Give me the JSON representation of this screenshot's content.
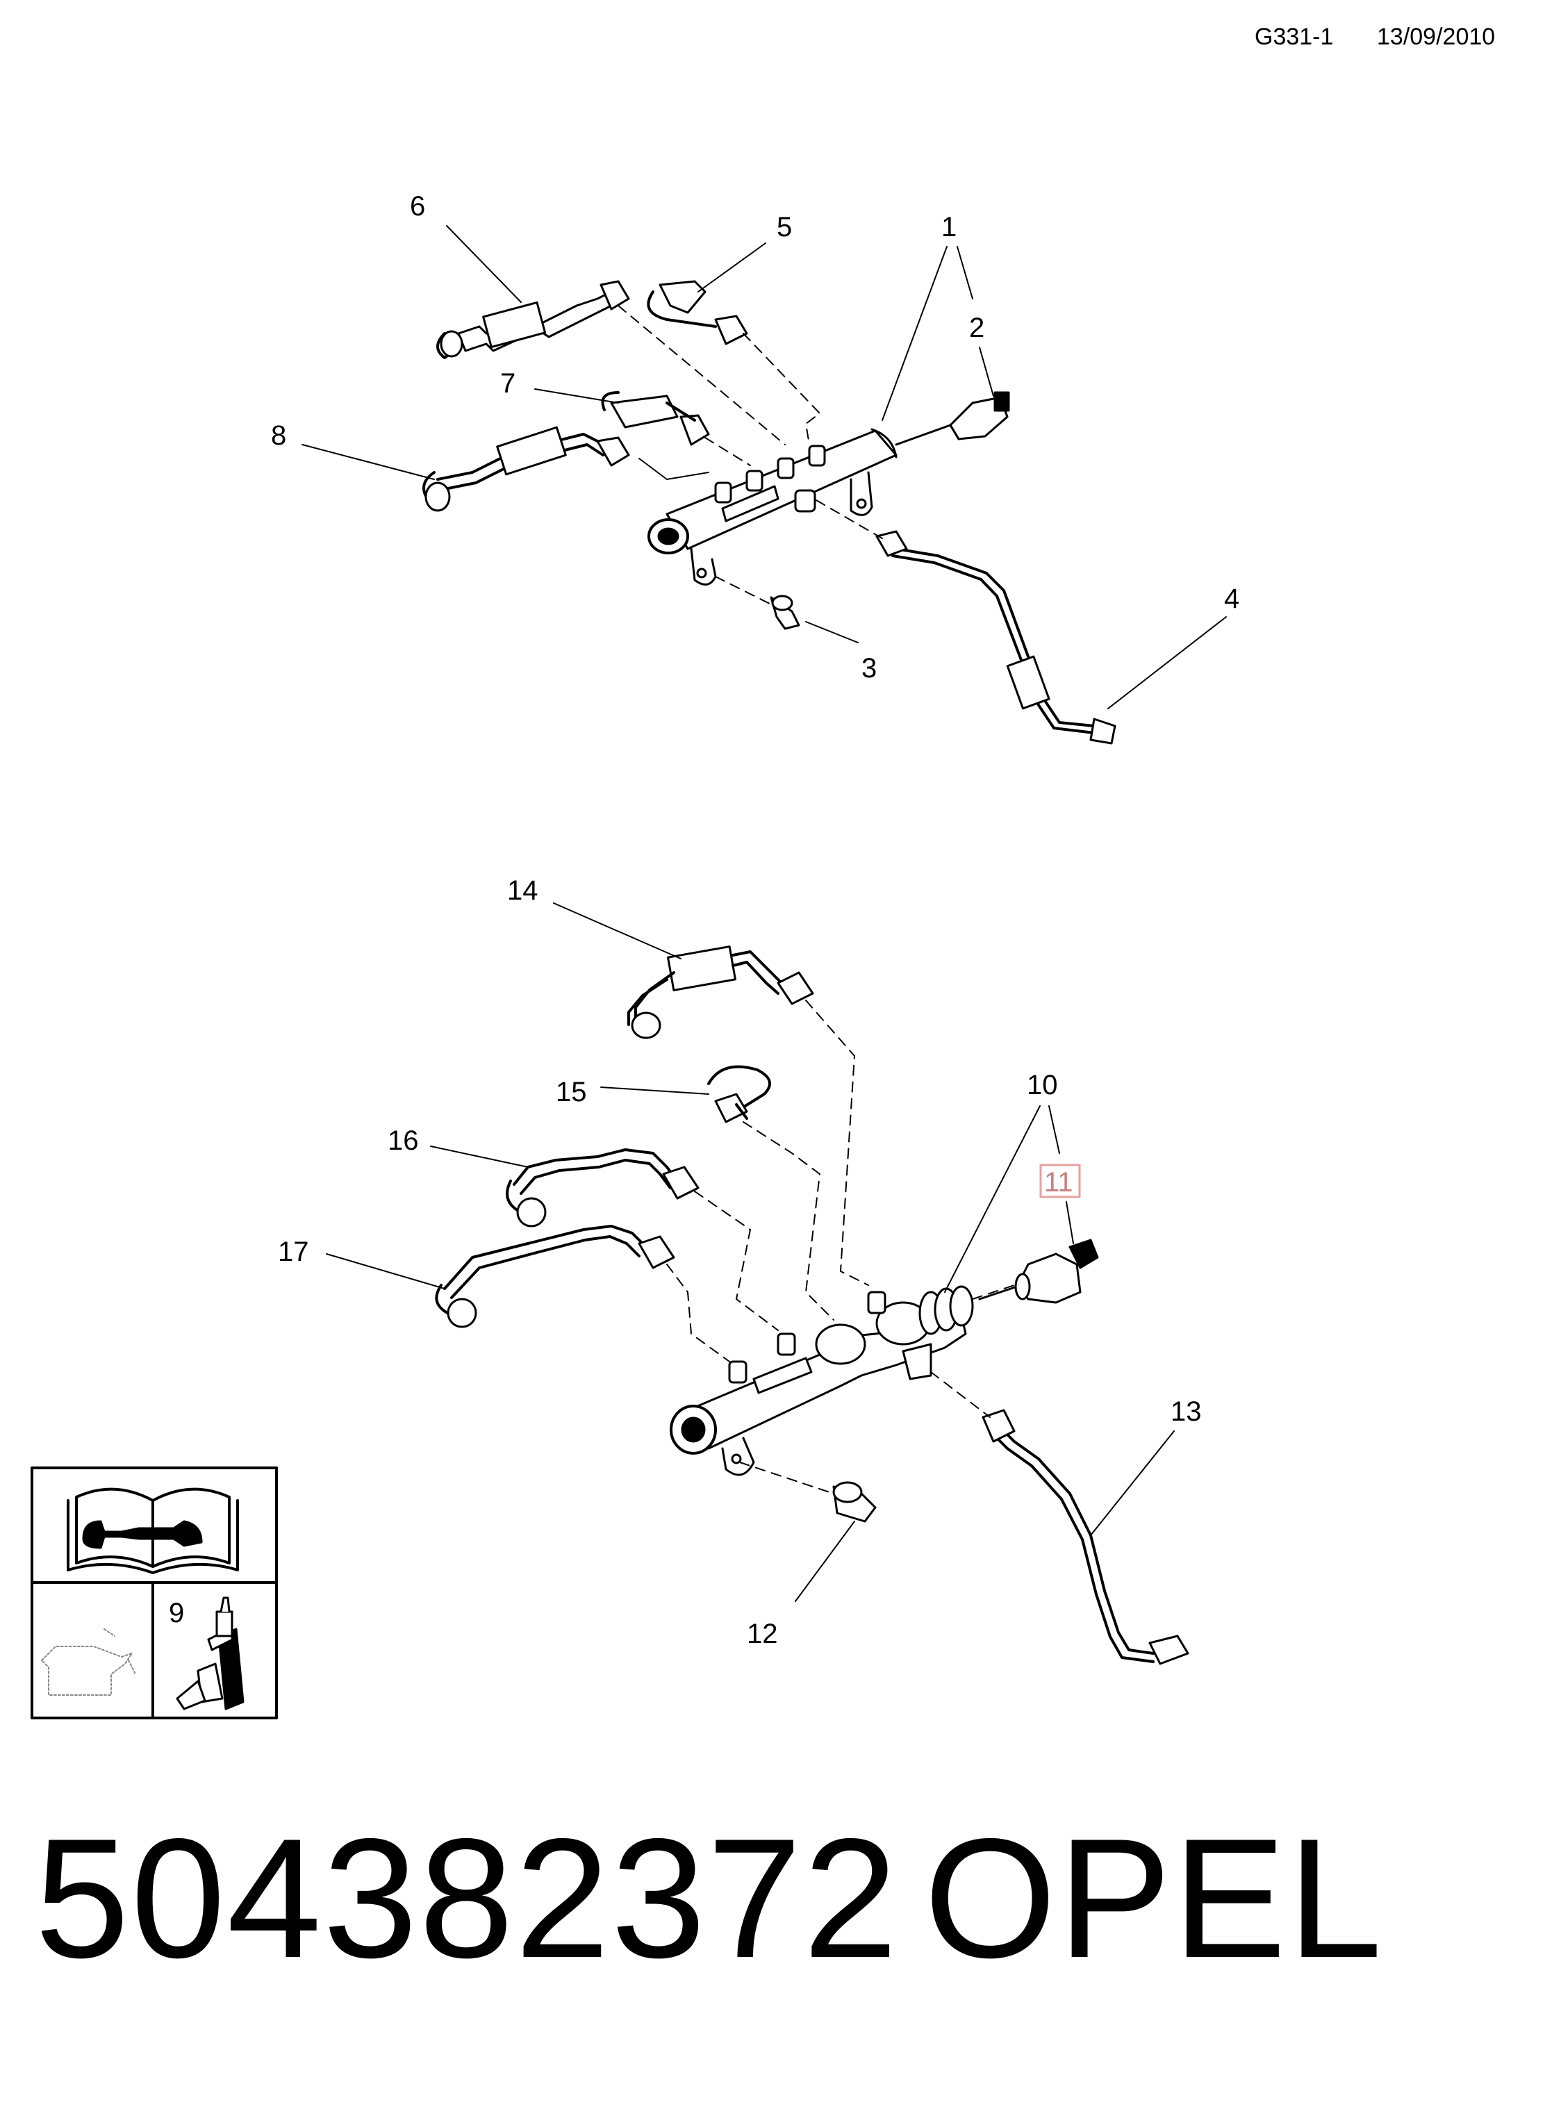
{
  "header": {
    "code": "G331-1",
    "date": "13/09/2010"
  },
  "callouts": {
    "c1": "1",
    "c2": "2",
    "c3": "3",
    "c4": "4",
    "c5": "5",
    "c6": "6",
    "c7": "7",
    "c8": "8",
    "c9": "9",
    "c10": "10",
    "c11": "11",
    "c12": "12",
    "c13": "13",
    "c14": "14",
    "c15": "15",
    "c16": "16",
    "c17": "17"
  },
  "footer": {
    "part_number": "504382372",
    "brand": "OPEL"
  },
  "highlight_color": "#e8a0a0",
  "icons": [
    "manual-book-wrench-icon",
    "oil-can-icon",
    "sealant-bottle-icon"
  ]
}
